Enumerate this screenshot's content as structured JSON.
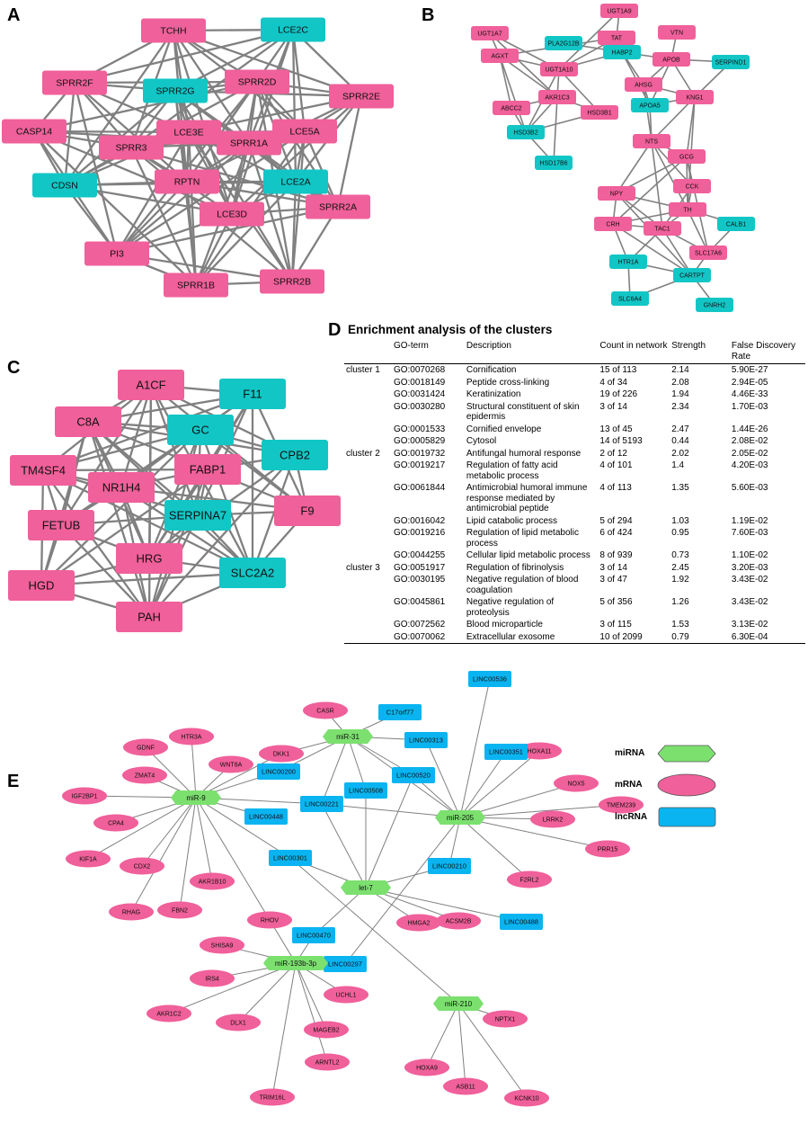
{
  "panel_labels": {
    "a": "A",
    "b": "B",
    "c": "C",
    "d": "D",
    "e": "E"
  },
  "networks": [
    {
      "id": "A",
      "nodes": [
        {
          "label": "TCHH",
          "type": "mrna"
        },
        {
          "label": "LCE2C",
          "type": "lnc"
        },
        {
          "label": "SPRR2F",
          "type": "mrna"
        },
        {
          "label": "SPRR2G",
          "type": "lnc"
        },
        {
          "label": "SPRR2D",
          "type": "mrna"
        },
        {
          "label": "SPRR2E",
          "type": "mrna"
        },
        {
          "label": "CASP14",
          "type": "mrna"
        },
        {
          "label": "LCE3E",
          "type": "mrna"
        },
        {
          "label": "SPRR1A",
          "type": "mrna"
        },
        {
          "label": "LCE5A",
          "type": "mrna"
        },
        {
          "label": "SPRR3",
          "type": "mrna"
        },
        {
          "label": "CDSN",
          "type": "lnc"
        },
        {
          "label": "RPTN",
          "type": "mrna"
        },
        {
          "label": "LCE2A",
          "type": "lnc"
        },
        {
          "label": "SPRR2A",
          "type": "mrna"
        },
        {
          "label": "LCE3D",
          "type": "mrna"
        },
        {
          "label": "PI3",
          "type": "mrna"
        },
        {
          "label": "SPRR1B",
          "type": "mrna"
        },
        {
          "label": "SPRR2B",
          "type": "mrna"
        }
      ]
    },
    {
      "id": "B",
      "nodes": [
        {
          "label": "UGT1A9",
          "type": "mrna"
        },
        {
          "label": "UGT1A7",
          "type": "mrna"
        },
        {
          "label": "TAT",
          "type": "mrna"
        },
        {
          "label": "VTN",
          "type": "mrna"
        },
        {
          "label": "PLA2G12B",
          "type": "lnc"
        },
        {
          "label": "HABP2",
          "type": "lnc"
        },
        {
          "label": "AGXT",
          "type": "mrna"
        },
        {
          "label": "APOB",
          "type": "mrna"
        },
        {
          "label": "SERPIND1",
          "type": "lnc"
        },
        {
          "label": "UGT1A10",
          "type": "mrna"
        },
        {
          "label": "AHSG",
          "type": "mrna"
        },
        {
          "label": "KNG1",
          "type": "mrna"
        },
        {
          "label": "AKR1C3",
          "type": "mrna"
        },
        {
          "label": "ABCC2",
          "type": "mrna"
        },
        {
          "label": "HSD3B1",
          "type": "mrna"
        },
        {
          "label": "APOA5",
          "type": "lnc"
        },
        {
          "label": "HSD3B2",
          "type": "lnc"
        },
        {
          "label": "NTS",
          "type": "mrna"
        },
        {
          "label": "HSD17B6",
          "type": "lnc"
        },
        {
          "label": "GCG",
          "type": "mrna"
        },
        {
          "label": "CCK",
          "type": "mrna"
        },
        {
          "label": "NPY",
          "type": "mrna"
        },
        {
          "label": "TH",
          "type": "mrna"
        },
        {
          "label": "CRH",
          "type": "mrna"
        },
        {
          "label": "CALB1",
          "type": "lnc"
        },
        {
          "label": "TAC1",
          "type": "mrna"
        },
        {
          "label": "SLC17A6",
          "type": "mrna"
        },
        {
          "label": "HTR1A",
          "type": "lnc"
        },
        {
          "label": "CARTPT",
          "type": "lnc"
        },
        {
          "label": "SLC6A4",
          "type": "lnc"
        },
        {
          "label": "GNRH2",
          "type": "lnc"
        }
      ]
    },
    {
      "id": "C",
      "nodes": [
        {
          "label": "A1CF",
          "type": "mrna"
        },
        {
          "label": "F11",
          "type": "lnc"
        },
        {
          "label": "C8A",
          "type": "mrna"
        },
        {
          "label": "GC",
          "type": "lnc"
        },
        {
          "label": "CPB2",
          "type": "lnc"
        },
        {
          "label": "TM4SF4",
          "type": "mrna"
        },
        {
          "label": "FABP1",
          "type": "mrna"
        },
        {
          "label": "NR1H4",
          "type": "mrna"
        },
        {
          "label": "F9",
          "type": "mrna"
        },
        {
          "label": "FETUB",
          "type": "mrna"
        },
        {
          "label": "SERPINA7",
          "type": "lnc"
        },
        {
          "label": "HRG",
          "type": "mrna"
        },
        {
          "label": "SLC2A2",
          "type": "lnc"
        },
        {
          "label": "HGD",
          "type": "mrna"
        },
        {
          "label": "PAH",
          "type": "mrna"
        }
      ]
    }
  ],
  "table": {
    "title": "Enrichment analysis of the clusters",
    "headers": [
      "",
      "GO-term",
      "Description",
      "Count in network",
      "Strength",
      "False Discovery Rate"
    ],
    "rows": [
      {
        "cluster": "cluster 1",
        "go": "GO:0070268",
        "desc": "Cornification",
        "count": "15 of 113",
        "strength": "2.14",
        "fdr": "5.90E-27"
      },
      {
        "cluster": "",
        "go": "GO:0018149",
        "desc": "Peptide cross-linking",
        "count": "4 of 34",
        "strength": "2.08",
        "fdr": "2.94E-05"
      },
      {
        "cluster": "",
        "go": "GO:0031424",
        "desc": "Keratinization",
        "count": "19 of 226",
        "strength": "1.94",
        "fdr": "4.46E-33"
      },
      {
        "cluster": "",
        "go": "GO:0030280",
        "desc": "Structural constituent of skin epidermis",
        "count": "3 of 14",
        "strength": "2.34",
        "fdr": "1.70E-03"
      },
      {
        "cluster": "",
        "go": "GO:0001533",
        "desc": "Cornified envelope",
        "count": "13 of 45",
        "strength": "2.47",
        "fdr": "1.44E-26"
      },
      {
        "cluster": "",
        "go": "GO:0005829",
        "desc": "Cytosol",
        "count": "14 of 5193",
        "strength": "0.44",
        "fdr": "2.08E-02"
      },
      {
        "cluster": "cluster 2",
        "go": "GO:0019732",
        "desc": "Antifungal humoral response",
        "count": "2 of 12",
        "strength": "2.02",
        "fdr": "2.05E-02"
      },
      {
        "cluster": "",
        "go": "GO:0019217",
        "desc": "Regulation of fatty acid metabolic process",
        "count": "4 of 101",
        "strength": "1.4",
        "fdr": "4.20E-03"
      },
      {
        "cluster": "",
        "go": "GO:0061844",
        "desc": "Antimicrobial humoral immune response mediated by antimicrobial peptide",
        "count": "4 of 113",
        "strength": "1.35",
        "fdr": "5.60E-03"
      },
      {
        "cluster": "",
        "go": "GO:0016042",
        "desc": "Lipid catabolic process",
        "count": "5 of 294",
        "strength": "1.03",
        "fdr": "1.19E-02"
      },
      {
        "cluster": "",
        "go": "GO:0019216",
        "desc": "Regulation of lipid metabolic process",
        "count": "6 of 424",
        "strength": "0.95",
        "fdr": "7.60E-03"
      },
      {
        "cluster": "",
        "go": "GO:0044255",
        "desc": "Cellular lipid metabolic process",
        "count": "8 of 939",
        "strength": "0.73",
        "fdr": "1.10E-02"
      },
      {
        "cluster": "cluster 3",
        "go": "GO:0051917",
        "desc": "Regulation of fibrinolysis",
        "count": "3 of 14",
        "strength": "2.45",
        "fdr": "3.20E-03"
      },
      {
        "cluster": "",
        "go": "GO:0030195",
        "desc": "Negative regulation of blood coagulation",
        "count": "3 of 47",
        "strength": "1.92",
        "fdr": "3.43E-02"
      },
      {
        "cluster": "",
        "go": "GO:0045861",
        "desc": "Negative regulation of proteolysis",
        "count": "5 of 356",
        "strength": "1.26",
        "fdr": "3.43E-02"
      },
      {
        "cluster": "",
        "go": "GO:0072562",
        "desc": "Blood microparticle",
        "count": "3 of 115",
        "strength": "1.53",
        "fdr": "3.13E-02"
      },
      {
        "cluster": "",
        "go": "GO:0070062",
        "desc": "Extracellular exosome",
        "count": "10 of 2099",
        "strength": "0.79",
        "fdr": "6.30E-04"
      }
    ]
  },
  "legend": [
    {
      "label": "miRNA",
      "shape": "hexagon"
    },
    {
      "label": "mRNA",
      "shape": "ellipse"
    },
    {
      "label": "lncRNA",
      "shape": "rect"
    }
  ],
  "mirna_network": {
    "mirnas": [
      "miR-31",
      "miR-9",
      "miR-205",
      "let-7",
      "miR-193b-3p",
      "miR-210"
    ],
    "lncrnas": [
      "C17orf77",
      "LINC00536",
      "LINC00313",
      "LINC00351",
      "LINC00200",
      "LINC00520",
      "LINC00508",
      "LINC00221",
      "LINC00448",
      "LINC00301",
      "LINC00210",
      "LINC00488",
      "LINC00470",
      "LINC00297"
    ],
    "mrnas": [
      "HTR3A",
      "GDNF",
      "CASR",
      "WNT8A",
      "ZMAT4",
      "DKK1",
      "HOXA11",
      "IGF2BP1",
      "NOX5",
      "CPA4",
      "TMEM239",
      "LRRK2",
      "KIF1A",
      "CDX2",
      "AKR1B10",
      "PRR15",
      "F2RL2",
      "RHAG",
      "FBN2",
      "RHOV",
      "ACSM2B",
      "HMGA2",
      "SHISA9",
      "IRS4",
      "UCHL1",
      "NPTX1",
      "AKR1C2",
      "DLX1",
      "MAGEB2",
      "HOXA9",
      "ASB11",
      "KCNK10",
      "TRIM16L",
      "ARNTL2"
    ],
    "edges": [
      [
        "miR-9",
        "GDNF"
      ],
      [
        "miR-9",
        "HTR3A"
      ],
      [
        "miR-9",
        "ZMAT4"
      ],
      [
        "miR-9",
        "WNT8A"
      ],
      [
        "miR-9",
        "IGF2BP1"
      ],
      [
        "miR-9",
        "CPA4"
      ],
      [
        "miR-9",
        "KIF1A"
      ],
      [
        "miR-9",
        "CDX2"
      ],
      [
        "miR-9",
        "AKR1B10"
      ],
      [
        "miR-9",
        "FBN2"
      ],
      [
        "miR-9",
        "RHAG"
      ],
      [
        "miR-9",
        "DKK1"
      ],
      [
        "miR-9",
        "LINC00200"
      ],
      [
        "miR-9",
        "LINC00448"
      ],
      [
        "miR-9",
        "LINC00221"
      ],
      [
        "miR-9",
        "RHOV"
      ],
      [
        "miR-9",
        "LINC00301"
      ],
      [
        "miR-31",
        "CASR"
      ],
      [
        "miR-31",
        "C17orf77"
      ],
      [
        "miR-31",
        "LINC00313"
      ],
      [
        "miR-31",
        "DKK1"
      ],
      [
        "miR-31",
        "LINC00200"
      ],
      [
        "miR-31",
        "LINC00520"
      ],
      [
        "miR-31",
        "LINC00221"
      ],
      [
        "miR-31",
        "LINC00508"
      ],
      [
        "miR-31",
        "miR-205"
      ],
      [
        "miR-205",
        "LINC00536"
      ],
      [
        "miR-205",
        "LINC00313"
      ],
      [
        "miR-205",
        "LINC00351"
      ],
      [
        "miR-205",
        "HOXA11"
      ],
      [
        "miR-205",
        "NOX5"
      ],
      [
        "miR-205",
        "TMEM239"
      ],
      [
        "miR-205",
        "LRRK2"
      ],
      [
        "miR-205",
        "PRR15"
      ],
      [
        "miR-205",
        "F2RL2"
      ],
      [
        "miR-205",
        "LINC00210"
      ],
      [
        "miR-205",
        "LINC00520"
      ],
      [
        "miR-205",
        "LINC00297"
      ],
      [
        "miR-205",
        "LINC00221"
      ],
      [
        "let-7",
        "LINC00508"
      ],
      [
        "let-7",
        "LINC00520"
      ],
      [
        "let-7",
        "LINC00221"
      ],
      [
        "let-7",
        "LINC00301"
      ],
      [
        "let-7",
        "LINC00210"
      ],
      [
        "let-7",
        "LINC00488"
      ],
      [
        "let-7",
        "ACSM2B"
      ],
      [
        "let-7",
        "HMGA2"
      ],
      [
        "let-7",
        "LINC00470"
      ],
      [
        "miR-193b-3p",
        "LINC00470"
      ],
      [
        "miR-193b-3p",
        "SHISA9"
      ],
      [
        "miR-193b-3p",
        "IRS4"
      ],
      [
        "miR-193b-3p",
        "UCHL1"
      ],
      [
        "miR-193b-3p",
        "AKR1C2"
      ],
      [
        "miR-193b-3p",
        "DLX1"
      ],
      [
        "miR-193b-3p",
        "MAGEB2"
      ],
      [
        "miR-193b-3p",
        "ARNTL2"
      ],
      [
        "miR-193b-3p",
        "TRIM16L"
      ],
      [
        "miR-193b-3p",
        "RHOV"
      ],
      [
        "miR-193b-3p",
        "LINC00297"
      ],
      [
        "miR-210",
        "LINC00301"
      ],
      [
        "miR-210",
        "NPTX1"
      ],
      [
        "miR-210",
        "HOXA9"
      ],
      [
        "miR-210",
        "ASB11"
      ],
      [
        "miR-210",
        "KCNK10"
      ]
    ]
  },
  "colors": {
    "mrna": "#f0609a",
    "lnc": "#12c6c6",
    "mirna": "#7ce06f",
    "lnc_e": "#0ab4f0",
    "edge": "#808080"
  }
}
